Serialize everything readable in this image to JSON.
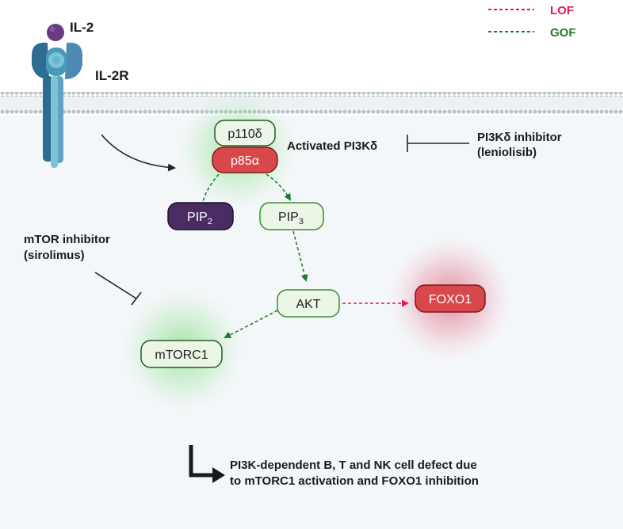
{
  "legend": {
    "lof": {
      "label": "LOF",
      "color": "#e8174a"
    },
    "gof": {
      "label": "GOF",
      "color": "#1f7a2a"
    }
  },
  "receptor": {
    "ligand": "IL-2",
    "receptor": "IL-2R"
  },
  "labels": {
    "activated": "Activated PI3Kδ",
    "pi3k_inhibitor_line1": "PI3Kδ inhibitor",
    "pi3k_inhibitor_line2": "(leniolisib)",
    "mtor_inhibitor_line1": "mTOR inhibitor",
    "mtor_inhibitor_line2": "(sirolimus)",
    "outcome_line1": "PI3K-dependent B, T and NK cell defect due",
    "outcome_line2": "to mTORC1 activation and FOXO1 inhibition"
  },
  "nodes": {
    "p110": "p110δ",
    "p85": "p85α",
    "pip2_base": "PIP",
    "pip2_sub": "2",
    "pip3_base": "PIP",
    "pip3_sub": "3",
    "akt": "AKT",
    "foxo1": "FOXO1",
    "mtorc1": "mTORC1"
  },
  "colors": {
    "cytoplasm": "#f4f7fa",
    "membrane": "#b8c3cc",
    "green_node_fill": "#ecf6e6",
    "green_node_stroke": "#3c8a35",
    "red_node_fill": "#d8474a",
    "purple_node_fill": "#4a2c63",
    "receptor_dark": "#2d6d92",
    "receptor_light": "#6ab0c8",
    "ligand": "#6a3a83"
  }
}
